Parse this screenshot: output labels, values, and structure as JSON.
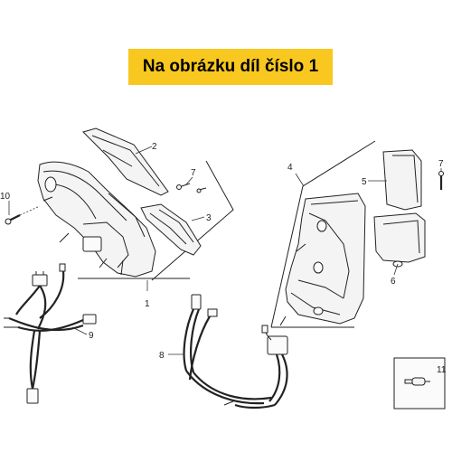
{
  "banner": {
    "text": "Na obrázku díl číslo 1"
  },
  "callouts": [
    {
      "id": "1",
      "text": "1"
    },
    {
      "id": "2",
      "text": "2"
    },
    {
      "id": "3",
      "text": "3"
    },
    {
      "id": "4",
      "text": "4"
    },
    {
      "id": "5",
      "text": "5"
    },
    {
      "id": "6",
      "text": "6"
    },
    {
      "id": "7a",
      "text": "7"
    },
    {
      "id": "7b",
      "text": "7"
    },
    {
      "id": "8",
      "text": "8"
    },
    {
      "id": "9",
      "text": "9"
    },
    {
      "id": "10",
      "text": "10"
    },
    {
      "id": "11",
      "text": "11"
    }
  ],
  "colors": {
    "banner": "#f8c820",
    "line": "#222222"
  }
}
